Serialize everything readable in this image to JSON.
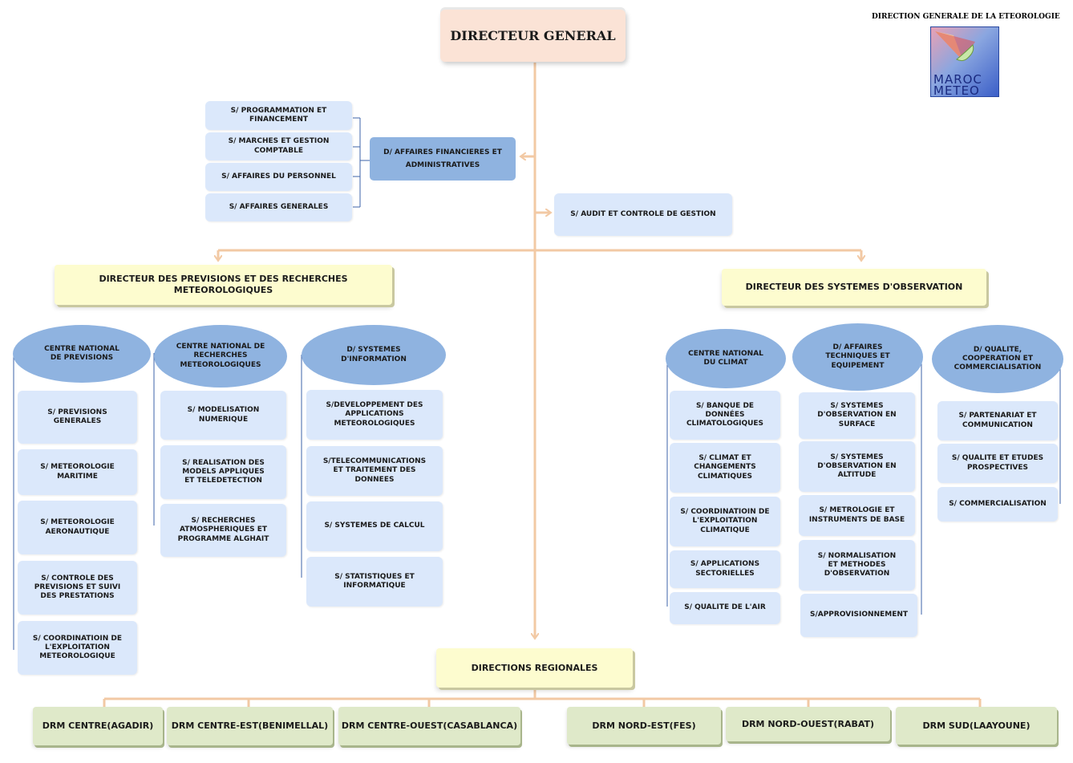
{
  "header": {
    "title": "DIRECTION GENERALE DE LA ETEOROLOGIE",
    "logo_text_1": "MAROC",
    "logo_text_2": "METEO"
  },
  "dg": {
    "label": "DIRECTEUR GENERAL"
  },
  "daf": {
    "label": "D/ AFFAIRES FINANCIERES ET ADMINISTRATIVES",
    "services": [
      "S/ PROGRAMMATION ET FINANCEMENT",
      "S/ MARCHES ET GESTION COMPTABLE",
      "S/ AFFAIRES DU PERSONNEL",
      "S/ AFFAIRES GENERALES"
    ]
  },
  "audit": {
    "label": "S/ AUDIT ET CONTROLE DE GESTION"
  },
  "dprm": {
    "label": "DIRECTEUR DES PREVISIONS ET DES RECHERCHES METEOROLOGIQUES",
    "centres": [
      {
        "label": "CENTRE NATIONAL\nDE PREVISIONS",
        "services": [
          "S/ PREVISIONS\nGENERALES",
          "S/ METEOROLOGIE\nMARITIME",
          "S/ METEOROLOGIE\nAERONAUTIQUE",
          "S/ CONTROLE DES\nPREVISIONS ET SUIVI\nDES PRESTATIONS",
          "S/ COORDINATIOIN DE\nL'EXPLOITATION\nMETEOROLOGIQUE"
        ]
      },
      {
        "label": "CENTRE NATIONAL DE\nRECHERCHES\nMETEOROLOGIQUES",
        "services": [
          "S/ MODELISATION\nNUMERIQUE",
          "S/ REALISATION DES\nMODELS  APPLIQUES\nET TELEDETECTION",
          "S/ RECHERCHES\nATMOSPHERIQUES ET\nPROGRAMME ALGHAIT"
        ]
      },
      {
        "label": "D/ SYSTEMES\nD'INFORMATION",
        "services": [
          "S/DEVELOPPEMENT DES\nAPPLICATIONS\nMETEOROLOGIQUES",
          "S/TELECOMMUNICATIONS\nET TRAITEMENT DES\nDONNEES",
          "S/ SYSTEMES DE CALCUL",
          "S/ STATISTIQUES ET\nINFORMATIQUE"
        ]
      }
    ]
  },
  "dso": {
    "label": "DIRECTEUR DES SYSTEMES D'OBSERVATION",
    "centres": [
      {
        "label": "CENTRE NATIONAL\nDU CLIMAT",
        "services": [
          "S/ BANQUE DE\nDONNÉES\nCLIMATOLOGIQUES",
          "S/ CLIMAT  ET\nCHANGEMENTS\nCLIMATIQUES",
          "S/ COORDINATIOIN DE\nL'EXPLOITATION\nCLIMATIQUE",
          "S/ APPLICATIONS\nSECTORIELLES",
          "S/ QUALITE DE L'AIR"
        ]
      },
      {
        "label": "D/ AFFAIRES\nTECHNIQUES ET\nEQUIPEMENT",
        "services": [
          "S/ SYSTEMES\nD'OBSERVATION EN\nSURFACE",
          "S/ SYSTEMES\nD'OBSERVATION EN\nALTITUDE",
          "S/ METROLOGIE ET\nINSTRUMENTS DE BASE",
          "S/ NORMALISATION\nET METHODES\nD'OBSERVATION",
          "S/APPROVISIONNEMENT"
        ]
      },
      {
        "label": "D/ QUALITE,\nCOOPERATION ET\nCOMMERCIALISATION",
        "services": [
          "S/ PARTENARIAT ET\nCOMMUNICATION",
          "S/ QUALITE ET ETUDES\nPROSPECTIVES",
          "S/ COMMERCIALISATION"
        ]
      }
    ]
  },
  "regional": {
    "label": "DIRECTIONS REGIONALES",
    "items": [
      "DRM CENTRE(AGADIR)",
      "DRM CENTRE-EST(BENIMELLAL)",
      "DRM CENTRE-OUEST(CASABLANCA)",
      "DRM NORD-EST(FES)",
      "DRM NORD-OUEST(RABAT)",
      "DRM SUD(LAAYOUNE)"
    ]
  },
  "colors": {
    "connector": "#f2c9a4",
    "service_fill": "#dbe8fb",
    "centre_fill": "#8fb3e0",
    "director_fill": "#fdfccf",
    "regional_fill": "#dfe9c9",
    "dg_fill": "#fbe3d6"
  }
}
